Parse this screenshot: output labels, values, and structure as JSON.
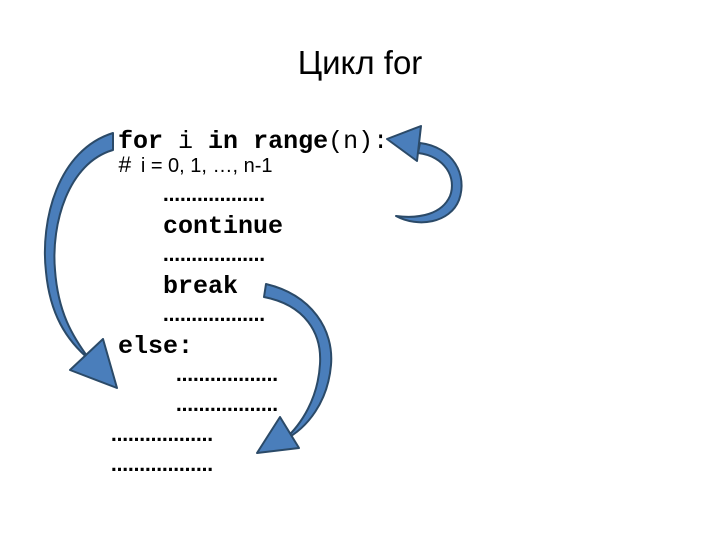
{
  "slide": {
    "title": "Цикл for",
    "colors": {
      "arrow_fill": "#4a7ebb",
      "arrow_outline": "#2b4a68",
      "text": "#000000",
      "background": "#ffffff"
    },
    "code": {
      "lines": [
        {
          "type": "code",
          "indent": 0,
          "tight": false,
          "segments": [
            {
              "text": "for",
              "bold": true
            },
            {
              "text": " i ",
              "bold": false
            },
            {
              "text": "in",
              "bold": true
            },
            {
              "text": " ",
              "bold": false
            },
            {
              "text": "range",
              "bold": true
            },
            {
              "text": "(n):",
              "bold": false
            }
          ]
        },
        {
          "type": "comment",
          "indent": 0,
          "tight": true,
          "hash": "#",
          "text": "i = 0, 1, …, n-1"
        },
        {
          "type": "dots",
          "indent": 1,
          "text": "………………"
        },
        {
          "type": "keyword",
          "indent": 1,
          "text": "continue"
        },
        {
          "type": "dots",
          "indent": 1,
          "text": "………………"
        },
        {
          "type": "keyword",
          "indent": 1,
          "text": "break"
        },
        {
          "type": "dots",
          "indent": 1,
          "text": "………………"
        },
        {
          "type": "keyword",
          "indent": 0,
          "text": "else:"
        },
        {
          "type": "dots",
          "indent": 2,
          "text": "………………"
        },
        {
          "type": "dots",
          "indent": 2,
          "text": "………………"
        },
        {
          "type": "dots",
          "indent": -1,
          "text": "………………"
        },
        {
          "type": "dots",
          "indent": -1,
          "text": "………………"
        }
      ]
    },
    "arrows": [
      {
        "name": "loop-back-arrow-left",
        "description": "large curved arrow from for-line down to else-line"
      },
      {
        "name": "continue-arrow-top-right",
        "description": "curved arrow pointing left at range(n): line"
      },
      {
        "name": "break-arrow-mid-right",
        "description": "curved arrow from break down to code after loop"
      }
    ]
  }
}
